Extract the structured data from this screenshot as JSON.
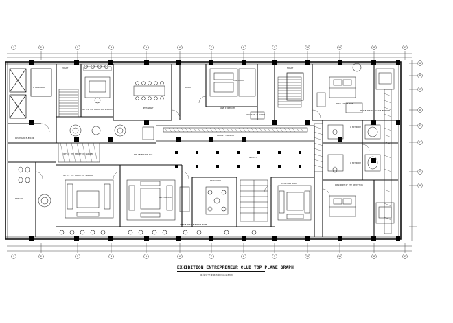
{
  "drawing": {
    "title": "EXHIBITION ENTREPRENEUR CLUB TOP PLANE GRAPH",
    "subtitle": "展览企业家俱乐部顶层平面图"
  },
  "grid": {
    "columns": [
      "1",
      "2",
      "3",
      "4",
      "5",
      "6",
      "7",
      "8",
      "9",
      "10",
      "11",
      "12",
      "13"
    ],
    "rows": [
      "A",
      "B",
      "C",
      "D",
      "E",
      "F",
      "G",
      "H"
    ]
  },
  "rooms": {
    "a_warehouse": "A WAREHOUSE",
    "passenger_elevator": "PASSENGER ELEVATOR",
    "toilet_left": "TOILET",
    "office_executive_bedroom": "OFFICE THE EXECUTIVE BEDROOM",
    "restaurant": "RESTAURANT",
    "pantry": "PANTRY",
    "a_bathroom": "A BATHROOM",
    "wine_storeroom": "WINE STOREROOM",
    "executive_elevator": "EXECUTIVE ELEVATOR",
    "toilet_mid": "TOILET",
    "the_leisure_room": "THE LEISURE ROOM",
    "office_executive_bedroom_right": "OFFICE THE EXECUTIVE BEDROOM",
    "gallery_top": "GALLERY CORRIDOR",
    "office_executive_manager": "OFFICE THE EXECUTIVE MANAGER",
    "the_reception_hall": "THE RECEPTION HALL",
    "gallery": "GALLERY",
    "a_bathroom_right": "A BATHROOM",
    "a_bathroom_right2": "A BATHROOM",
    "office_executive_manager_2": "OFFICE THE EXECUTIVE MANAGER",
    "meeting_room": "MEETING ROOM",
    "study_room": "STUDY ROOM",
    "a_sitting_room": "A SITTING ROOM",
    "president_of_reception": "PRESIDENT OF THE RECEPTION",
    "office_reception_room": "OFFICE THE RECEPTION ROOM",
    "terrace": "TERRACE"
  }
}
